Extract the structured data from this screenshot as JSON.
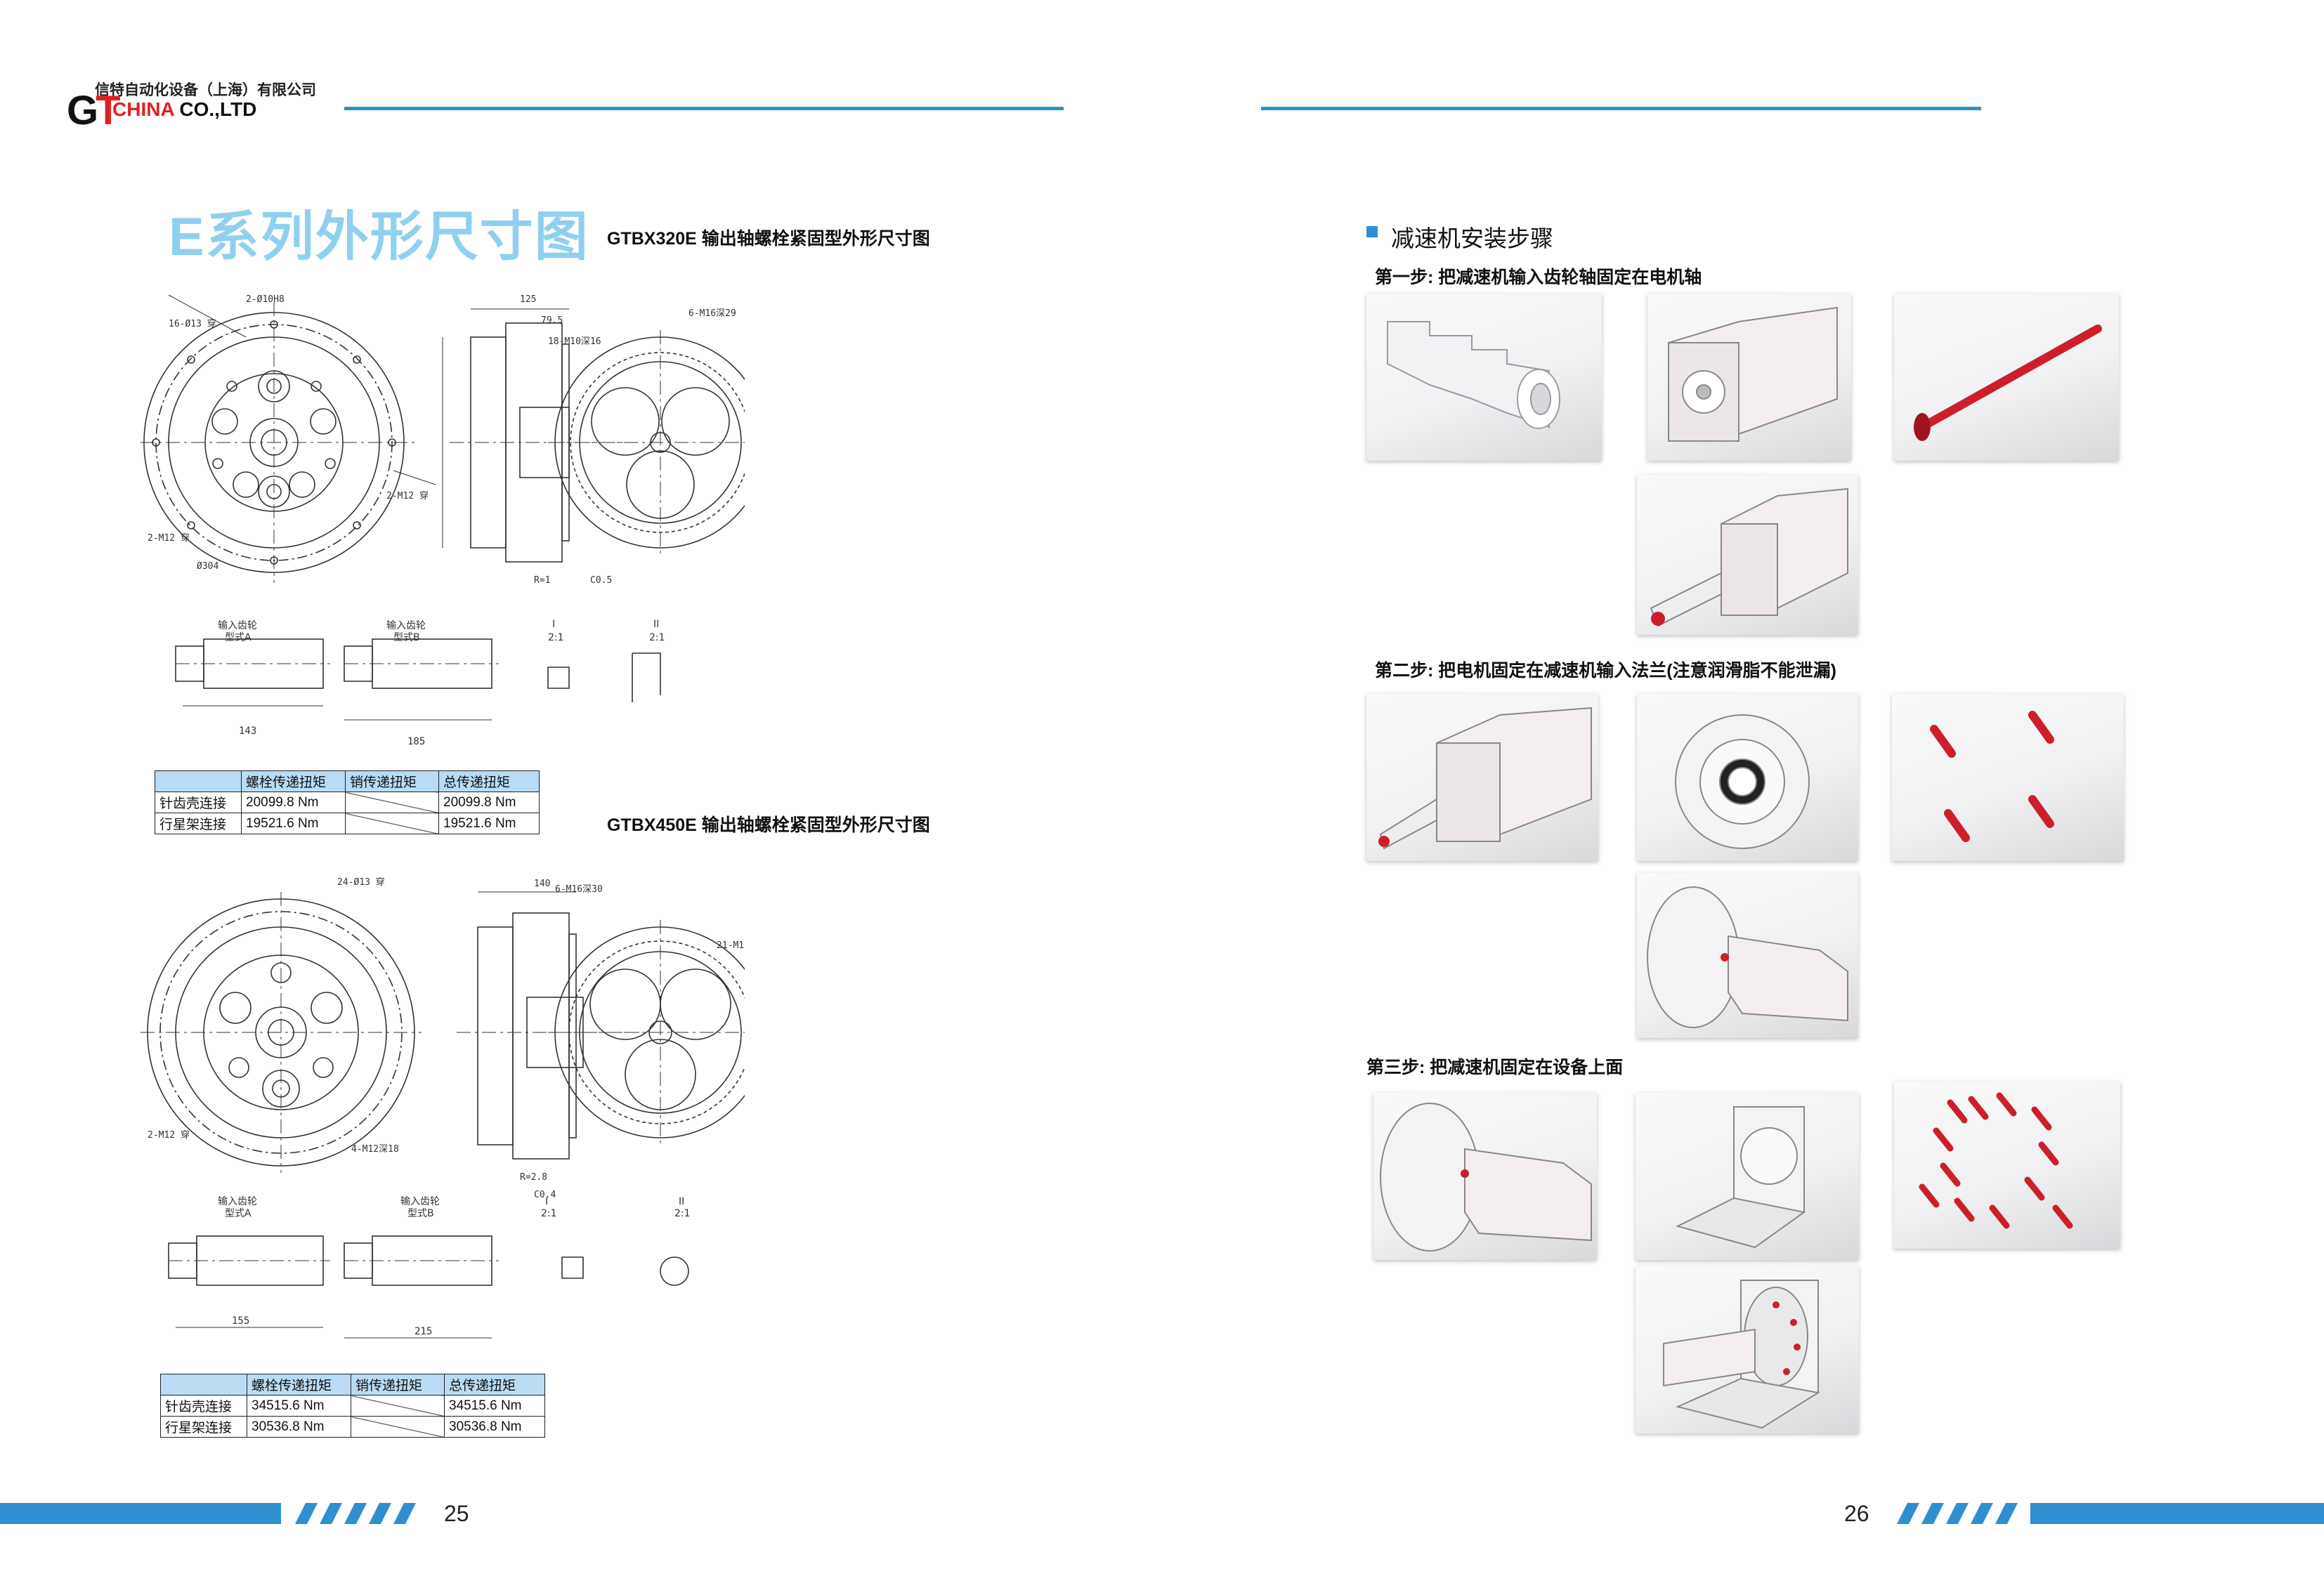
{
  "header": {
    "company_cn": "信特自动化设备（上海）有限公司",
    "brand_letters": "GT",
    "brand_name_red": "CHINA",
    "brand_name_rest": " CO.,LTD"
  },
  "left_page": {
    "title": "E系列外形尺寸图",
    "drawing1_title": "GTBX320E 输出轴螺栓紧固型外形尺寸图",
    "drawing2_title": "GTBX450E 输出轴螺栓紧固型外形尺寸图",
    "drawing_labels": {
      "input_gear": "输入齿轮",
      "type_a": "型式A",
      "type_b": "型式B",
      "view_1": "I",
      "view_2": "II",
      "scale": "2:1"
    },
    "table_headers": [
      "",
      "螺栓传递扭矩",
      "销传递扭矩",
      "总传递扭矩"
    ],
    "table1": [
      {
        "label": "针齿壳连接",
        "bolt": "20099.8 Nm",
        "pin": "",
        "total": "20099.8 Nm"
      },
      {
        "label": "行星架连接",
        "bolt": "19521.6 Nm",
        "pin": "",
        "total": "19521.6 Nm"
      }
    ],
    "table2": [
      {
        "label": "针齿壳连接",
        "bolt": "34515.6 Nm",
        "pin": "",
        "total": "34515.6 Nm"
      },
      {
        "label": "行星架连接",
        "bolt": "30536.8 Nm",
        "pin": "",
        "total": "30536.8 Nm"
      }
    ],
    "page_number": "25"
  },
  "right_page": {
    "section_title": "减速机安装步骤",
    "step1": "第一步: 把减速机输入齿轮轴固定在电机轴",
    "step2": "第二步: 把电机固定在减速机输入法兰(注意润滑脂不能泄漏)",
    "step3": "第三步: 把减速机固定在设备上面",
    "page_number": "26"
  },
  "colors": {
    "accent_blue": "#2f8fd0",
    "title_light_blue": "#8fd0ef",
    "table_header_blue": "#b9dcf4",
    "bolt_red": "#cc1f2b",
    "logo_red": "#e02020"
  }
}
